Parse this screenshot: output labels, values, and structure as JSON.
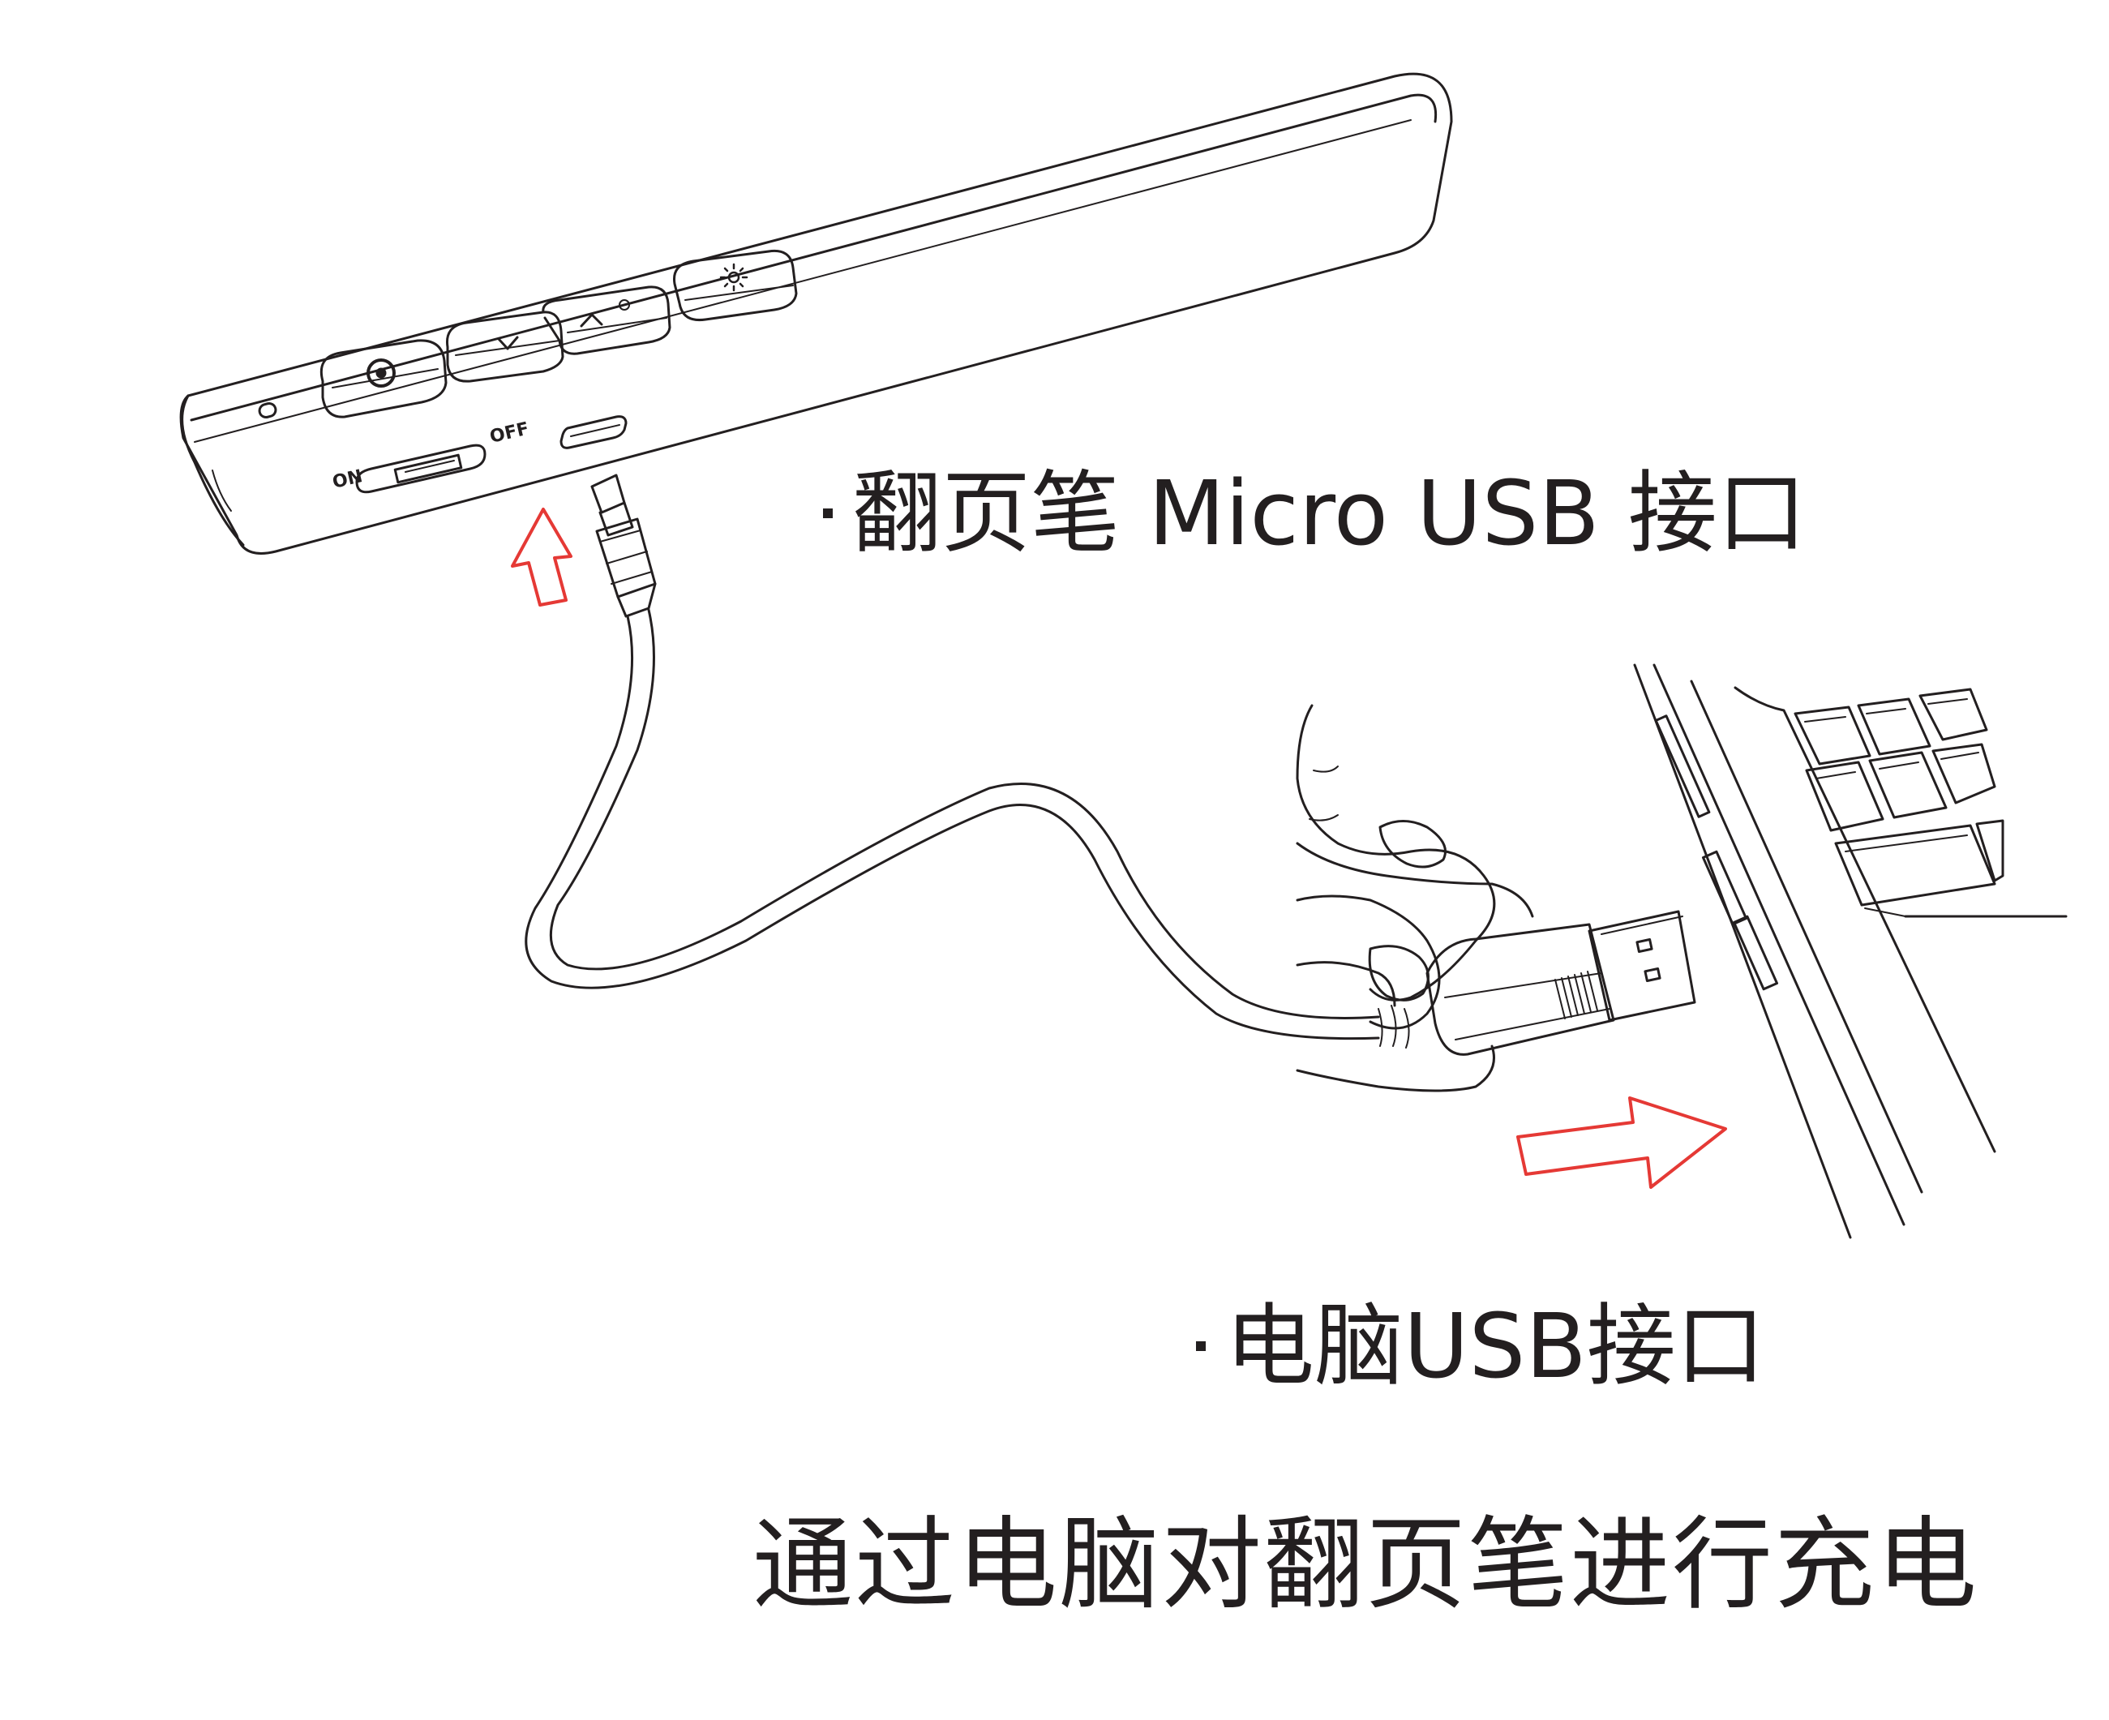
{
  "labels": {
    "pen_port": "翻页笔 Micro USB 接口",
    "pc_port": "电脑USB接口",
    "caption": "通过电脑对翻页笔进行充电"
  },
  "switch": {
    "on": "ON",
    "off": "OFF"
  },
  "colors": {
    "line": "#231f20",
    "arrow": "#e53935",
    "background": "#ffffff"
  },
  "icons": [
    "laser-button-icon",
    "down-chevron-icon",
    "up-chevron-icon",
    "light-burst-icon",
    "red-arrow-up-icon",
    "red-arrow-right-icon"
  ]
}
